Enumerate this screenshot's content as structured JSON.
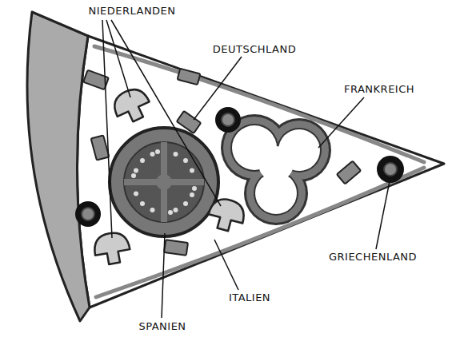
{
  "diagram": {
    "labels": [
      "NIEDERLANDEN",
      "DEUTSCHLAND",
      "FRANKREICH",
      "GRIECHENLAND",
      "ITALIEN",
      "SPANIEN"
    ]
  }
}
